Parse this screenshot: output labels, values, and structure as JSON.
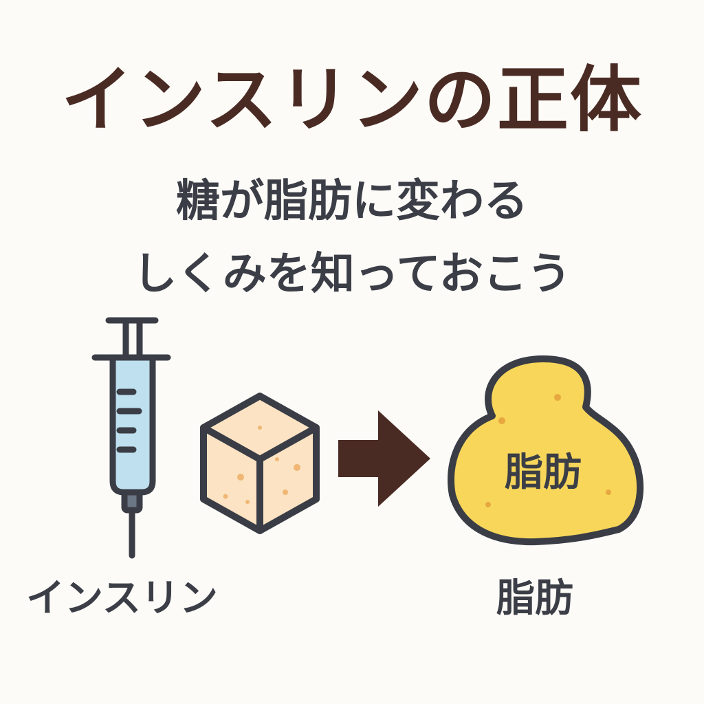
{
  "title": "インスリンの正体",
  "subtitle": {
    "line1": "糖が脂肪に変わる",
    "line2": "しくみを知っておこう"
  },
  "fat_blob": {
    "label": "脂肪"
  },
  "labels": {
    "insulin": "インスリン",
    "fat": "脂肪"
  },
  "icons": {
    "syringe": "syringe-icon",
    "sugar_cube": "sugar-cube-icon",
    "arrow": "arrow-right-icon",
    "fat": "fat-blob-icon"
  },
  "colors": {
    "title": "#4a2b24",
    "text": "#3b3e46",
    "outline": "#3a3d45",
    "syringe_fluid": "#bfe0ee",
    "sugar_cube": "#fbe3c4",
    "arrow": "#4a2b24",
    "fat": "#f7d65a",
    "background": "#fcfbf7"
  }
}
